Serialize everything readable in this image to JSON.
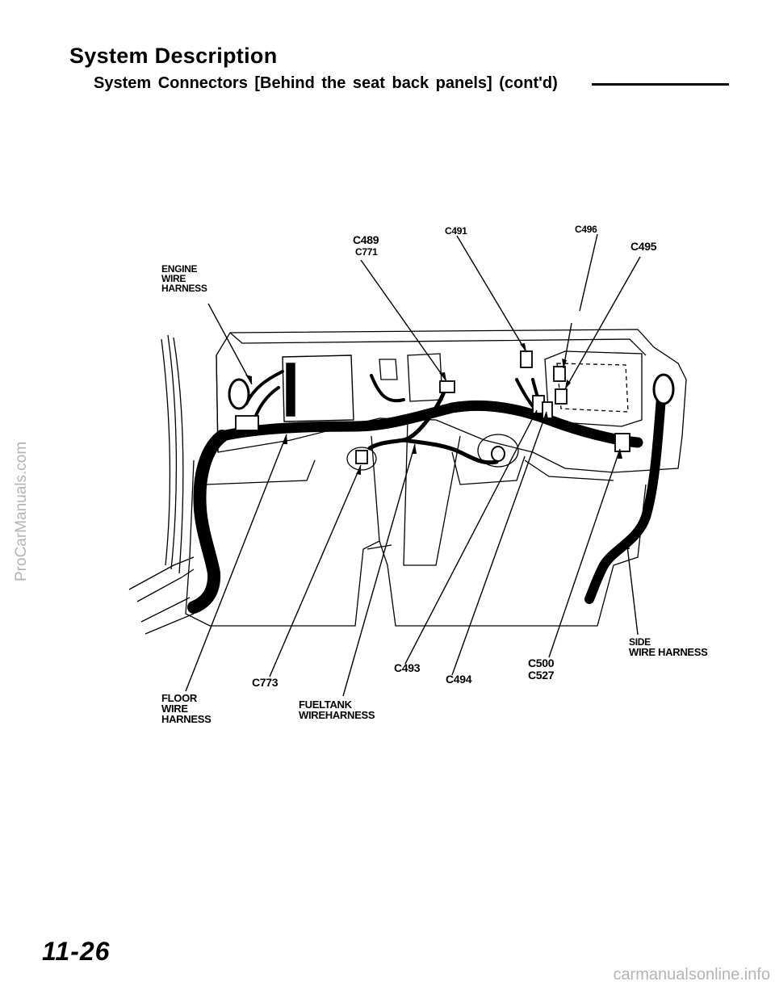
{
  "header": {
    "title": "System Description",
    "subtitle": "System Connectors [Behind the seat back panels] (cont'd)"
  },
  "diagram": {
    "labels": {
      "engine_harness": "ENGINE\nWIRE\nHARNESS",
      "c489": "C489",
      "c771": "C771",
      "c491": "C491",
      "c496": "C496",
      "c495": "C495",
      "side_harness_1": "SIDE",
      "side_harness_2": "WIRE HARNESS",
      "c493": "C493",
      "c494": "C494",
      "c500": "C500",
      "c527": "C527",
      "c773": "C773",
      "floor_harness": "FLOOR\nWIRE\nHARNESS",
      "fuel_tank_harness": "FUELTANK\nWIREHARNESS"
    }
  },
  "footer": {
    "page_number": "11-26",
    "watermark_side": "ProCarManuals.com",
    "watermark_bottom": "carmanualsonline.info"
  }
}
